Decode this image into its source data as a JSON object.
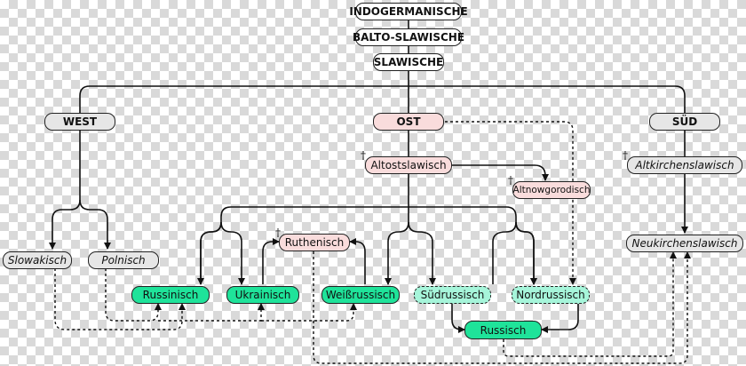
{
  "nodes": {
    "indogermanische": "INDOGERMANISCHE",
    "balto_slawische": "BALTO-SLAWISCHE",
    "slawische": "SLAWISCHE",
    "west": "WEST",
    "ost": "OST",
    "sued": "SÜD",
    "altostslawisch": "Altostslawisch",
    "altnowgorodisch": "Altnowgorodisch",
    "altkirchenslawisch": "Altkirchenslawisch",
    "neukirchenslawisch": "Neukirchenslawisch",
    "slowakisch": "Slowakisch",
    "polnisch": "Polnisch",
    "ruthenisch": "Ruthenisch",
    "russinisch": "Russinisch",
    "ukrainisch": "Ukrainisch",
    "weissrussisch": "Weißrussisch",
    "suedrussisch": "Südrussisch",
    "nordrussisch": "Nordrussisch",
    "russisch": "Russisch"
  },
  "extinct_marker": "†",
  "colors": {
    "line": "#111111",
    "root_fill": "#ffffff",
    "branch_fill": "#e6e6e6",
    "historic_fill": "#f9dcdc",
    "modern_fill": "#1fe39a",
    "dialect_fill": "#a6f5da"
  }
}
